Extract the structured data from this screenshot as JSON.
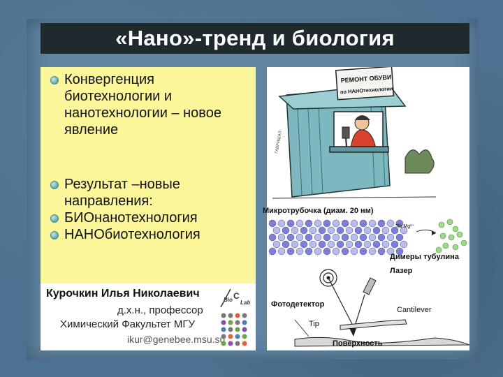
{
  "slide": {
    "title": "«Нано»-тренд и биология"
  },
  "bullets": [
    "Конвергенция биотехнологии и нанотехнологии – новое явление",
    "Результат –новые направления:",
    "БИОнанотехнология",
    "НАНОбиотехнология"
  ],
  "author_card": {
    "name": "Курочкин Илья Николаевич",
    "degree": "д.х.н., профессор",
    "faculty": "Химический Факультет МГУ",
    "email": "ikur@genebee.msu.su",
    "logo_text": [
      "Bio",
      "C",
      "Lab"
    ]
  },
  "cartoon": {
    "sign_line1": "РЕМОНТ ОБУВИ",
    "sign_line2": "по НАНОтехнологии",
    "signature": "ГАВРИШАЛ"
  },
  "diagram": {
    "microtubule_label": "Микротрубочка (диам. 20 нм)",
    "tubulin_label": "Димеры тубулина",
    "mg_label": "Tib Mg²⁺",
    "laser_label": "Лазер",
    "photodetector_label": "Фотодетектор",
    "cantilever_label": "Cantilever",
    "tip_label": "Tip",
    "surface_label": "Поверхность"
  },
  "colors": {
    "background": "#4d7190",
    "title_bar": "#1e2a2e",
    "text_panel": "#fbf79a",
    "bullet": "#5fa4a6"
  }
}
